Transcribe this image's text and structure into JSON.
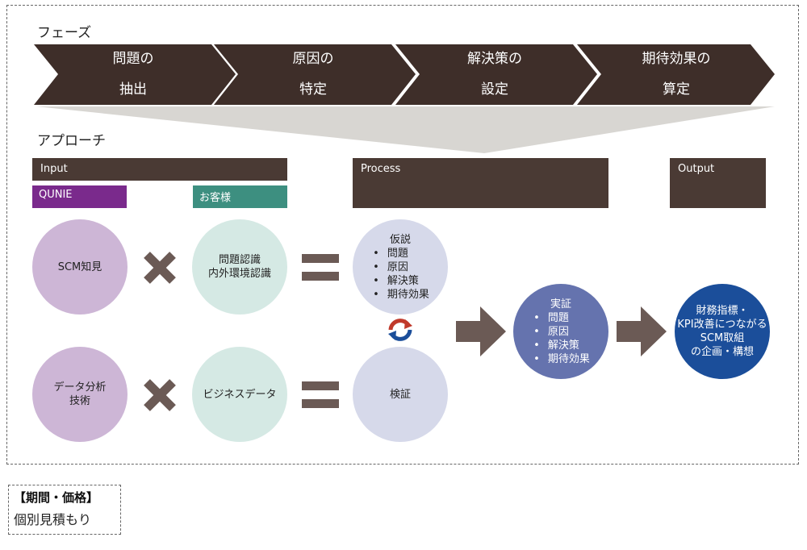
{
  "phase_section": {
    "label": "フェーズ"
  },
  "phases": [
    {
      "line1": "問題の",
      "line2": "抽出"
    },
    {
      "line1": "原因の",
      "line2": "特定"
    },
    {
      "line1": "解決策の",
      "line2": "設定"
    },
    {
      "line1": "期待効果の",
      "line2": "算定"
    }
  ],
  "approach_section": {
    "label": "アプローチ"
  },
  "headers": {
    "input": "Input",
    "process": "Process",
    "output": "Output"
  },
  "input_sources": {
    "qunie": "QUNIE",
    "customer": "お客様"
  },
  "circles": {
    "scm_knowledge": "SCM知見",
    "problem_recognition": [
      "問題認識",
      "内外環境認識"
    ],
    "data_analysis": [
      "データ分析",
      "技術"
    ],
    "business_data": "ビジネスデータ",
    "hypothesis": {
      "title": "仮説",
      "items": [
        "問題",
        "原因",
        "解決策",
        "期待効果"
      ]
    },
    "verification": "検証",
    "demonstration": {
      "title": "実証",
      "items": [
        "問題",
        "原因",
        "解決策",
        "期待効果"
      ]
    },
    "outcome": [
      "財務指標・",
      "KPI改善につながる",
      "SCM取組",
      "の企画・構想"
    ]
  },
  "footer": {
    "title": "【期間・価格】",
    "body": "個別見積もり"
  },
  "colors": {
    "dark_brown": "#3e2e29",
    "header_brown": "#4a3a34",
    "qunie_purple": "#7a2a8c",
    "customer_teal": "#3d8f80",
    "light_purple": "#cdb6d6",
    "light_teal": "#d5e9e4",
    "light_lavender": "#d6d9ea",
    "mid_blue": "#6573ae",
    "dark_blue": "#1b4e9a",
    "arrow_brown": "#6b5a55",
    "gray_fan": "#d8d6d2"
  }
}
